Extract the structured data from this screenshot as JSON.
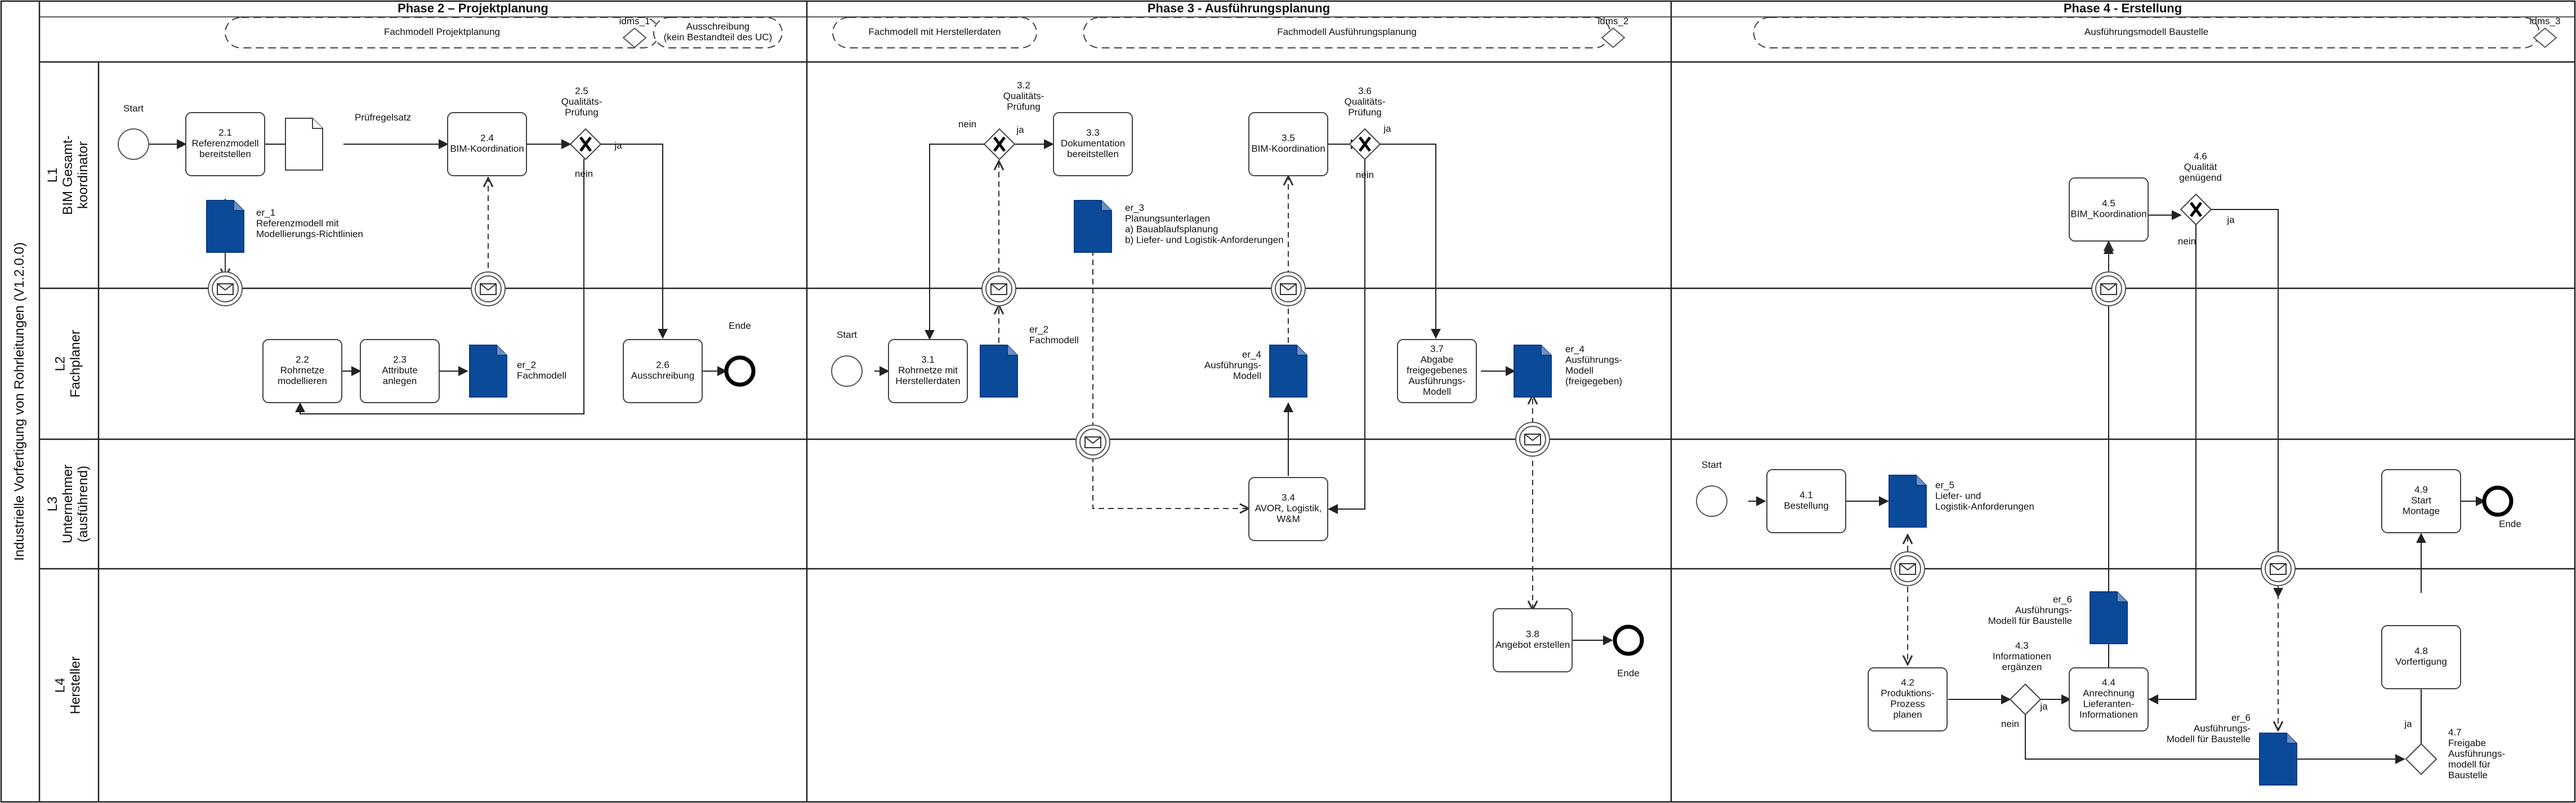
{
  "pool_title": "Industrielle Vorfertigung von Rohrleitungen (V1.2.0.0)",
  "phases": [
    "Phase 2 – Projektplanung",
    "Phase 3 - Ausführungsplanung",
    "Phase 4 - Erstellung"
  ],
  "lanes": [
    [
      "L1",
      "BIM Gesamt-",
      "koordinator"
    ],
    [
      "L2",
      "Fachplaner"
    ],
    [
      "L3",
      "Unternehmer",
      "(ausführend)"
    ],
    [
      "L4",
      "Hersteller"
    ]
  ],
  "phase_items": [
    [
      "Fachmodell Projektplanung"
    ],
    [
      "idms_1"
    ],
    [
      "Ausschreibung",
      "(kein Bestandteil des UC)"
    ],
    [
      "Fachmodell mit Herstellerdaten"
    ],
    [
      "Fachmodell Ausführungsplanung"
    ],
    [
      "idms_2"
    ],
    [
      "Ausführungsmodell Baustelle"
    ],
    [
      "idms_3"
    ]
  ],
  "tasks": [
    [
      "2.1",
      "Referenzmodell",
      "bereitstellen"
    ],
    [
      "2.4",
      "BIM-Koordination"
    ],
    [
      "2.2",
      "Rohrnetze",
      "modellieren"
    ],
    [
      "2.3",
      "Attribute",
      "anlegen"
    ],
    [
      "2.6",
      "Ausschreibung"
    ],
    [
      "3.3",
      "Dokumentation",
      "bereitstellen"
    ],
    [
      "3.5",
      "BIM-Koordination"
    ],
    [
      "3.1",
      "Rohrnetze mit",
      "Herstellerdaten"
    ],
    [
      "3.7",
      "Abgabe",
      "freigegebenes",
      "Ausführungs-",
      "Modell"
    ],
    [
      "3.4",
      "AVOR, Logistik,",
      "W&M"
    ],
    [
      "3.8",
      "Angebot erstellen"
    ],
    [
      "4.5",
      "BIM_Koordination"
    ],
    [
      "4.1",
      "Bestellung"
    ],
    [
      "4.9",
      "Start",
      "Montage"
    ],
    [
      "4.2",
      "Produktions-",
      "Prozess",
      "planen"
    ],
    [
      "4.4",
      "Anrechnung",
      "Lieferanten-",
      "Informationen"
    ],
    [
      "4.8",
      "Vorfertigung"
    ]
  ],
  "gateways": [
    [
      "2.5",
      "Qualitäts-",
      "Prüfung"
    ],
    [
      "3.2",
      "Qualitäts-",
      "Prüfung"
    ],
    [
      "3.6",
      "Qualitäts-",
      "Prüfung"
    ],
    [
      "4.6",
      "Qualität",
      "genügend"
    ],
    [
      "4.3",
      "Informationen",
      "ergänzen"
    ],
    [
      "4.7",
      "Freigabe",
      "Ausführungs-",
      "modell für",
      "Baustelle"
    ]
  ],
  "data_objects": [
    [
      "Prüfregelsatz"
    ],
    [
      "er_1",
      "Referenzmodell mit",
      "Modellierungs-Richtlinien"
    ],
    [
      "er_2",
      "Fachmodell"
    ],
    [
      "er_3",
      "Planungsunterlagen",
      "a) Bauablaufsplanung",
      "b) Liefer- und Logistik-Anforderungen"
    ],
    [
      "er_2",
      "Fachmodell"
    ],
    [
      "er_4",
      "Ausführungs-",
      "Modell"
    ],
    [
      "er_4",
      "Ausführungs-",
      "Modell",
      "(freigegeben)"
    ],
    [
      "er_5",
      "Liefer- und",
      "Logistik-Anforderungen"
    ],
    [
      "er_6",
      "Ausführungs-",
      "Modell für Baustelle"
    ],
    [
      "er_6",
      "Ausführungs-",
      "Modell für Baustelle"
    ]
  ],
  "events": [
    "Start",
    "Ende",
    "Start",
    "Start",
    "Ende",
    "Ende",
    "Ende"
  ],
  "flow_labels": [
    "ja",
    "nein",
    "nein",
    "ja",
    "ja",
    "nein",
    "ja",
    "nein",
    "ja",
    "nein",
    "ja"
  ]
}
